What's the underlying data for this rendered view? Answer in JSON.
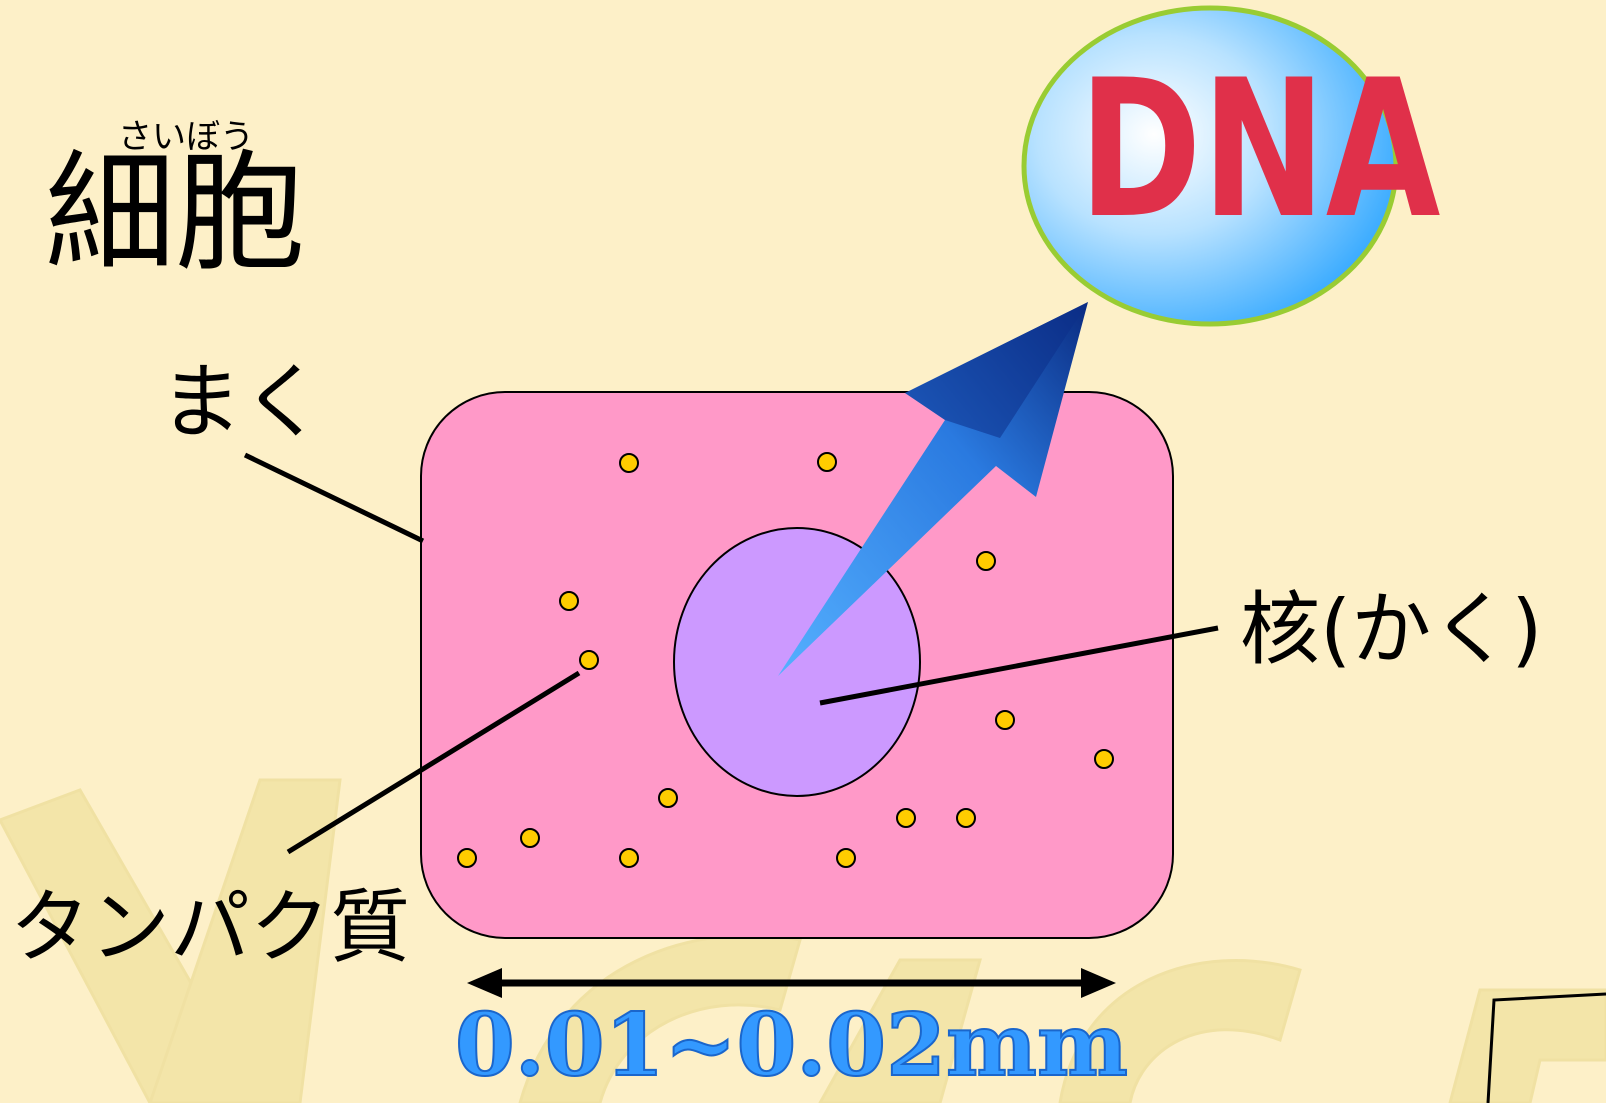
{
  "title": {
    "text": "細胞",
    "ruby": "さいぼう"
  },
  "labels": {
    "membrane": "まく",
    "nucleus": "核(かく)",
    "protein": "タンパク質",
    "size": "0.01~0.02mm"
  },
  "bubble": {
    "text": "DNA"
  },
  "colors": {
    "background": "#fdf0c8",
    "cell_fill": "#ff99c8",
    "nucleus_fill": "#cc99ff",
    "protein_dot": "#ffcc00",
    "arrow": "#3399ff",
    "dna_text": "#e0304a",
    "bubble_border": "#99cc33",
    "size_text": "#3399ff"
  },
  "icons": {
    "arrow": "blue-3d-arrow-icon",
    "dimension": "double-headed-arrow-icon"
  }
}
